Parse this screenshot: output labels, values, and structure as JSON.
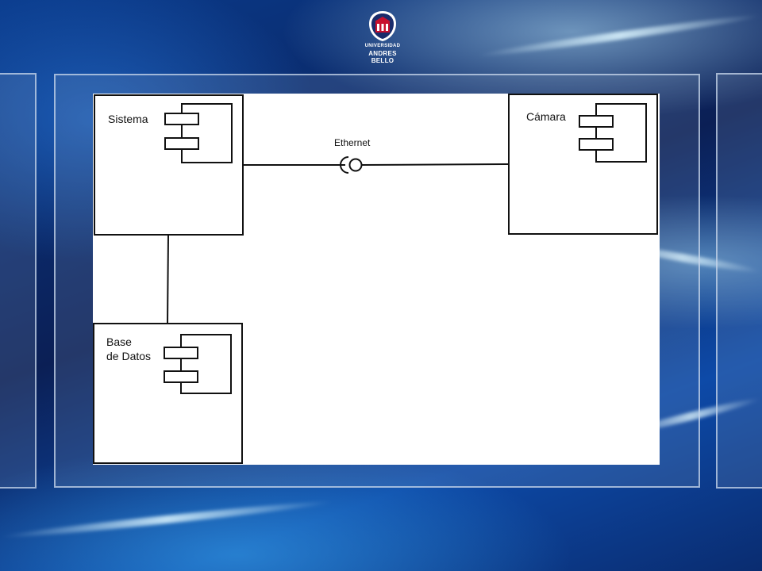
{
  "logo": {
    "line1": "UNIVERSIDAD",
    "line2": "ANDRES BELLO"
  },
  "diagram": {
    "components": [
      {
        "id": "sistema",
        "name": "Sistema"
      },
      {
        "id": "camara",
        "name": "Cámara"
      },
      {
        "id": "base_datos",
        "name": "Base\nde Datos"
      }
    ],
    "interface": {
      "name": "Ethernet"
    },
    "colors": {
      "line": "#111111",
      "canvas": "#ffffff"
    }
  }
}
